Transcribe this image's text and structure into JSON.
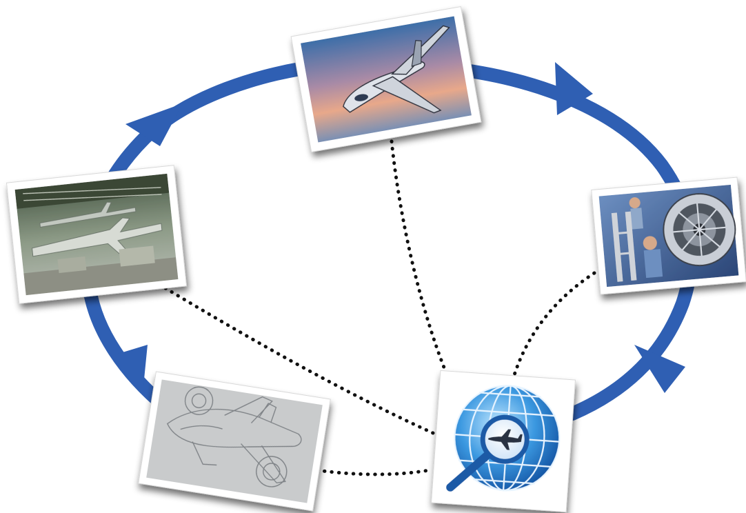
{
  "diagram": {
    "type": "lifecycle-cycle",
    "stages": [
      {
        "id": "design",
        "icon": "aircraft-sketch-icon"
      },
      {
        "id": "manufacturing",
        "icon": "assembly-hangar-icon"
      },
      {
        "id": "operation",
        "icon": "business-jet-icon"
      },
      {
        "id": "maintenance",
        "icon": "engine-maintenance-icon"
      },
      {
        "id": "monitoring-hub",
        "icon": "globe-magnifier-icon"
      }
    ],
    "cycle_direction": "clockwise",
    "connections": [
      {
        "from": "monitoring-hub",
        "to": "design",
        "style": "dotted"
      },
      {
        "from": "monitoring-hub",
        "to": "manufacturing",
        "style": "dotted"
      },
      {
        "from": "monitoring-hub",
        "to": "operation",
        "style": "dotted"
      },
      {
        "from": "monitoring-hub",
        "to": "maintenance",
        "style": "dotted"
      }
    ],
    "colors": {
      "cycle_arrow": "#2f5fb3",
      "connector": "#111111",
      "photo_frame": "#ffffff",
      "globe": "#2a86d3"
    }
  }
}
